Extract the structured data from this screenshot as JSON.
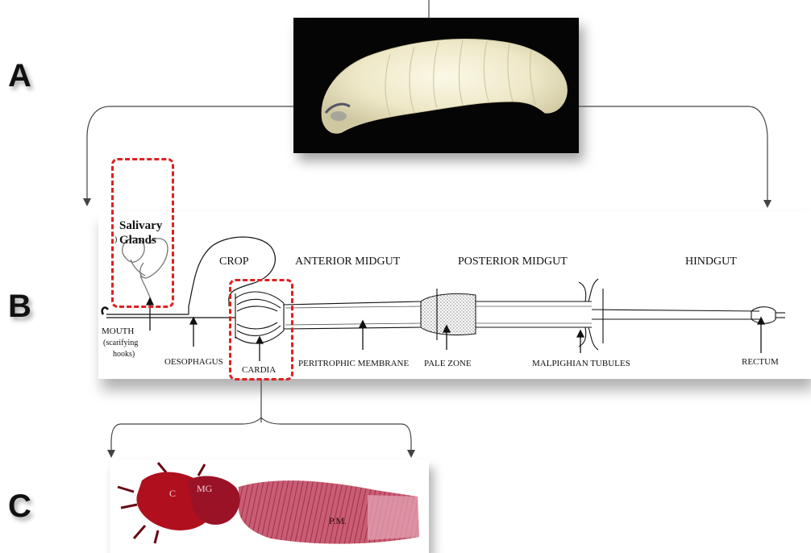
{
  "panels": {
    "a": "A",
    "b": "B",
    "c": "C"
  },
  "diagram": {
    "salivary": [
      "Salivary",
      "Glands"
    ],
    "sections": {
      "crop": "CROP",
      "anterior": "ANTERIOR MIDGUT",
      "posterior": "POSTERIOR MIDGUT",
      "hindgut": "HINDGUT"
    },
    "parts": {
      "mouth": [
        "MOUTH",
        "(scarifying",
        "hooks)"
      ],
      "oesophagus": "OESOPHAGUS",
      "cardia": "CARDIA",
      "peritrophic": "PERITROPHIC MEMBRANE",
      "pale": "PALE ZONE",
      "malpighian": "MALPIGHIAN TUBULES",
      "rectum": "RECTUM"
    }
  },
  "photo_c": {
    "c": "C",
    "mg": "MG",
    "pm": "P.M."
  },
  "colors": {
    "highlight": "#e02020",
    "tissue": "#b0203a"
  }
}
